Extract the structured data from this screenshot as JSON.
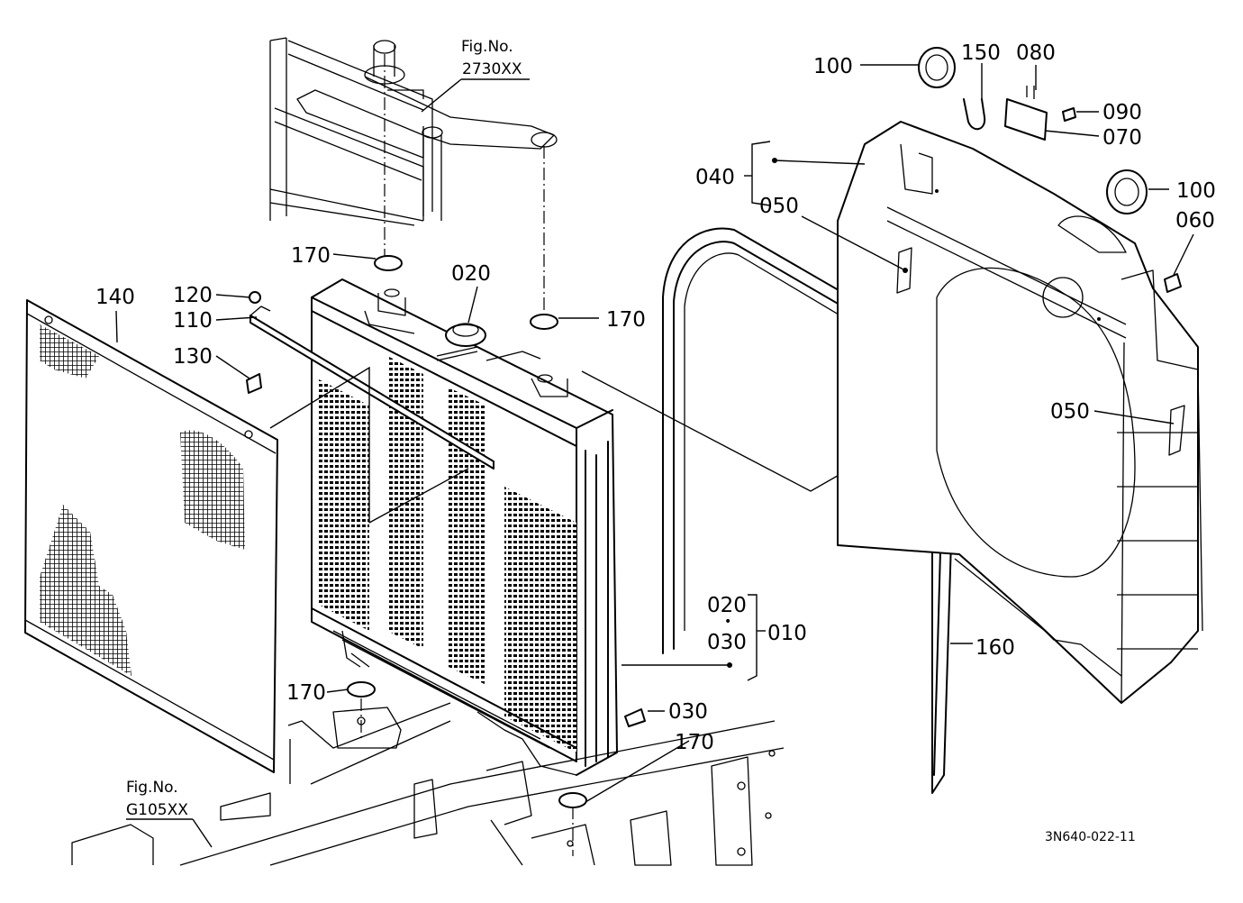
{
  "callouts": {
    "p100a": "100",
    "p150": "150",
    "p080": "080",
    "p090": "090",
    "p070": "070",
    "p040": "040",
    "p050a": "050",
    "p100b": "100",
    "p060": "060",
    "p050b": "050",
    "p170a": "170",
    "p020a": "020",
    "p170b": "170",
    "p140": "140",
    "p120": "120",
    "p110": "110",
    "p130": "130",
    "p020b": "020",
    "p030a": "030",
    "p010": "010",
    "p160": "160",
    "p170c": "170",
    "p030b": "030",
    "p170d": "170"
  },
  "fig_refs": {
    "top": {
      "label": "Fig.No.",
      "number": "2730XX"
    },
    "bottom": {
      "label": "Fig.No.",
      "number": "G105XX"
    }
  },
  "drawing_code": "3N640-022-11"
}
